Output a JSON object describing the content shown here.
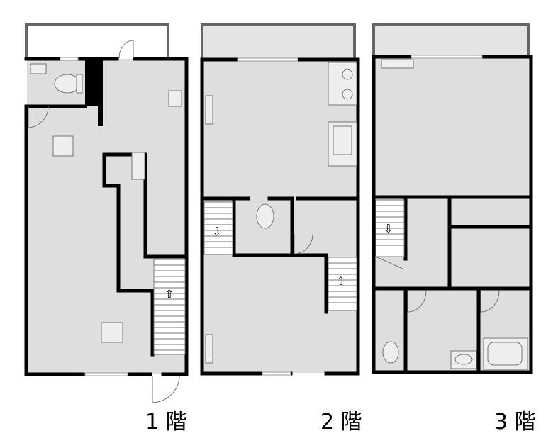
{
  "floors": [
    {
      "label": "1 階"
    },
    {
      "label": "2 階"
    },
    {
      "label": "3 階"
    }
  ]
}
